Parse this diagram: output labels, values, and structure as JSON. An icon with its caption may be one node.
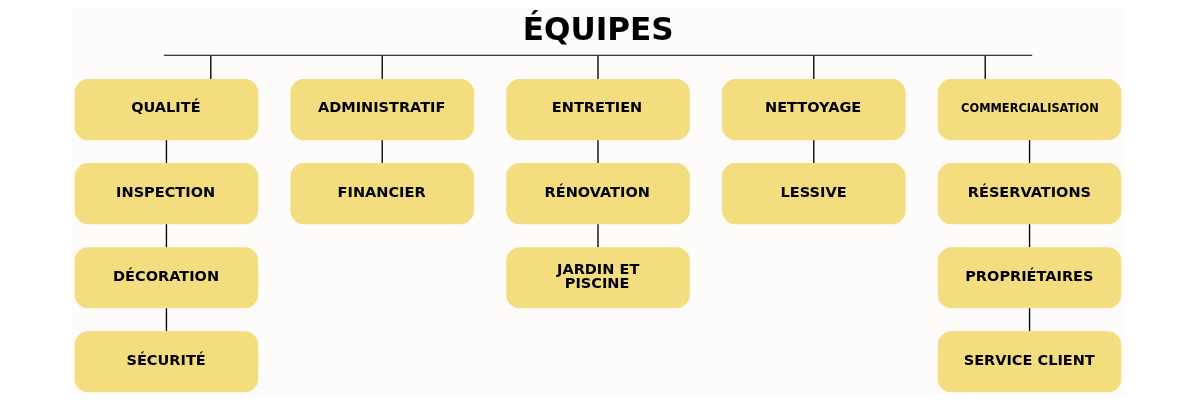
{
  "diagram": {
    "title": "ÉQUIPES",
    "nodes": [
      {
        "text": [],
        "shape": "bar"
      },
      {
        "text": [
          "QUALITÉ"
        ]
      },
      {
        "text": [
          "INSPECTION"
        ]
      },
      {
        "text": [
          "DÉCORATION"
        ]
      },
      {
        "text": [
          "SÉCURITÉ"
        ]
      },
      {
        "text": [
          "ADMINISTRATIF"
        ]
      },
      {
        "text": [
          "FINANCIER"
        ]
      },
      {
        "text": [
          "ENTRETIEN"
        ]
      },
      {
        "text": [
          "RÉNOVATION"
        ]
      },
      {
        "text": [
          "JARDIN ET PISCINE"
        ]
      },
      {
        "text": [
          "NETTOYAGE"
        ]
      },
      {
        "text": [
          "LESSIVE"
        ]
      },
      {
        "text": [
          "COMMERCIALISATION"
        ]
      },
      {
        "text": [
          "RÉSERVATIONS"
        ]
      },
      {
        "text": [
          "PROPRIÉTAIRES"
        ]
      },
      {
        "text": [
          "SERVICE CLIENT"
        ]
      }
    ],
    "edges": [
      {
        "from": 0,
        "to": 1,
        "arrow": "none"
      },
      {
        "from": 0,
        "to": 5,
        "arrow": "none"
      },
      {
        "from": 0,
        "to": 7,
        "arrow": "none"
      },
      {
        "from": 0,
        "to": 10,
        "arrow": "none"
      },
      {
        "from": 0,
        "to": 12,
        "arrow": "none"
      },
      {
        "from": 1,
        "to": 2,
        "arrow": "none"
      },
      {
        "from": 2,
        "to": 3,
        "arrow": "none"
      },
      {
        "from": 3,
        "to": 4,
        "arrow": "none"
      },
      {
        "from": 5,
        "to": 6,
        "arrow": "none"
      },
      {
        "from": 7,
        "to": 8,
        "arrow": "none"
      },
      {
        "from": 8,
        "to": 9,
        "arrow": "none"
      },
      {
        "from": 10,
        "to": 11,
        "arrow": "none"
      },
      {
        "from": 12,
        "to": 13,
        "arrow": "none"
      },
      {
        "from": 13,
        "to": 14,
        "arrow": "none"
      },
      {
        "from": 14,
        "to": 15,
        "arrow": "none"
      }
    ]
  }
}
